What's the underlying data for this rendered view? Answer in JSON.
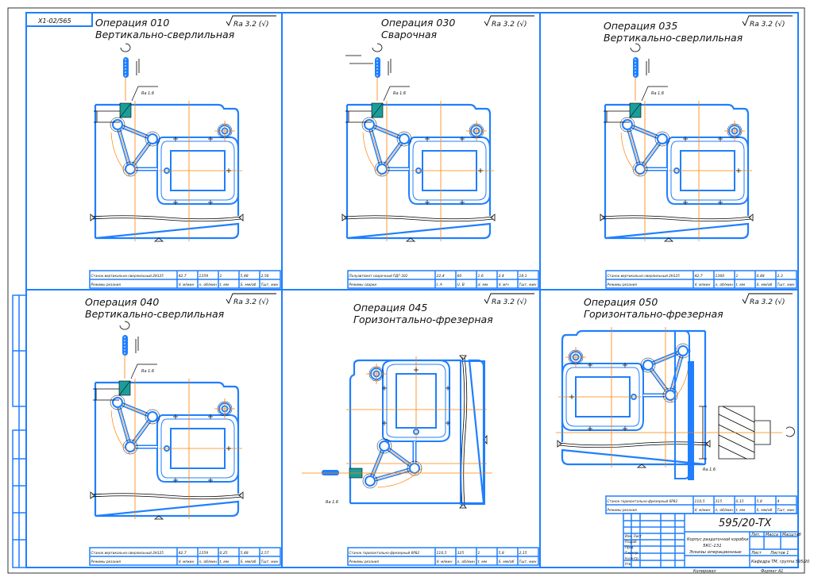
{
  "drawing": {
    "stamp_code": "X1-02/565",
    "roughness_label": "Ra 3.2 (√)",
    "local_roughness": "Ra 1.6",
    "colors": {
      "frame": "#1f7fff",
      "axis": "#ff8000",
      "line": "#000000"
    }
  },
  "operations": [
    {
      "title": "Операция 010",
      "subtitle": "Вертикально-сверлильная",
      "table": {
        "row1": [
          "Станок вертикально-сверлильный 2Н125",
          "42,7",
          "1359",
          "1",
          "5,48",
          "2,56"
        ],
        "row2": [
          "Режимы резания",
          "V, м/мин",
          "n, об/мин",
          "t, мм",
          "S, мм/об",
          "Tшт, мин"
        ]
      }
    },
    {
      "title": "Операция 030",
      "subtitle": "Сварочная",
      "table": {
        "row1": [
          "Полуавтомат сварочный ПДГ-302",
          "22,4",
          "60",
          "1,6",
          "2,4",
          "18,1"
        ],
        "row2": [
          "Режимы сварки",
          "I, А",
          "U, В",
          "d, мм",
          "V, м/ч",
          "Tшт, мин"
        ]
      }
    },
    {
      "title": "Операция 035",
      "subtitle": "Вертикально-сверлильная",
      "table": {
        "row1": [
          "Станок вертикально-сверлильный 2Н125",
          "42,7",
          "1360",
          "1",
          "0,48",
          "2,3"
        ],
        "row2": [
          "Режимы резания",
          "V, м/мин",
          "n, об/мин",
          "t, мм",
          "S, мм/об",
          "Tшт, мин"
        ]
      }
    },
    {
      "title": "Операция 040",
      "subtitle": "Вертикально-сверлильная",
      "table": {
        "row1": [
          "Станок вертикально-сверлильный 2Н125",
          "42,7",
          "1359",
          "0,25",
          "5,48",
          "2,57"
        ],
        "row2": [
          "Режимы резания",
          "V, м/мин",
          "n, об/мин",
          "t, мм",
          "S, мм/об",
          "Tшт, мин"
        ]
      }
    },
    {
      "title": "Операция 045",
      "subtitle": "Горизонтально-фрезерная",
      "table": {
        "row1": [
          "Станок горизонтально-фрезерный 6Р82",
          "110,5",
          "325",
          "1",
          "5,8",
          "2,15"
        ],
        "row2": [
          "Режимы резания",
          "V, м/мин",
          "n, об/мин",
          "t, мм",
          "S, мм/об",
          "Tшт, мин"
        ]
      }
    },
    {
      "title": "Операция 050",
      "subtitle": "Горизонтально-фрезерная",
      "table": {
        "row1": [
          "Станок горизонтально-фрезерный 6Р82",
          "110,5",
          "315",
          "0,15",
          "5,8",
          "4"
        ],
        "row2": [
          "Режимы резания",
          "V, м/мин",
          "n, об/мин",
          "t, мм",
          "S, мм/об",
          "Tшт, мин"
        ]
      }
    }
  ],
  "title_block": {
    "designation": "595/20-TX",
    "part_name": "Корпус раздаточной коробки",
    "part_code": "5КС-131",
    "doc_name": "Эскизы операционные",
    "col_headers": [
      "Лит.",
      "Масса",
      "Масштаб"
    ],
    "sheet": "Лист",
    "sheets": "Листов 1",
    "rows": [
      "Изм. Лист",
      "Разраб.",
      "Пров.",
      "Т.контр.",
      "Н.контр.",
      "Утв."
    ],
    "org": "Кафедра ТМ, группа 595/20",
    "copied": "Копировал",
    "format": "Формат A1"
  }
}
